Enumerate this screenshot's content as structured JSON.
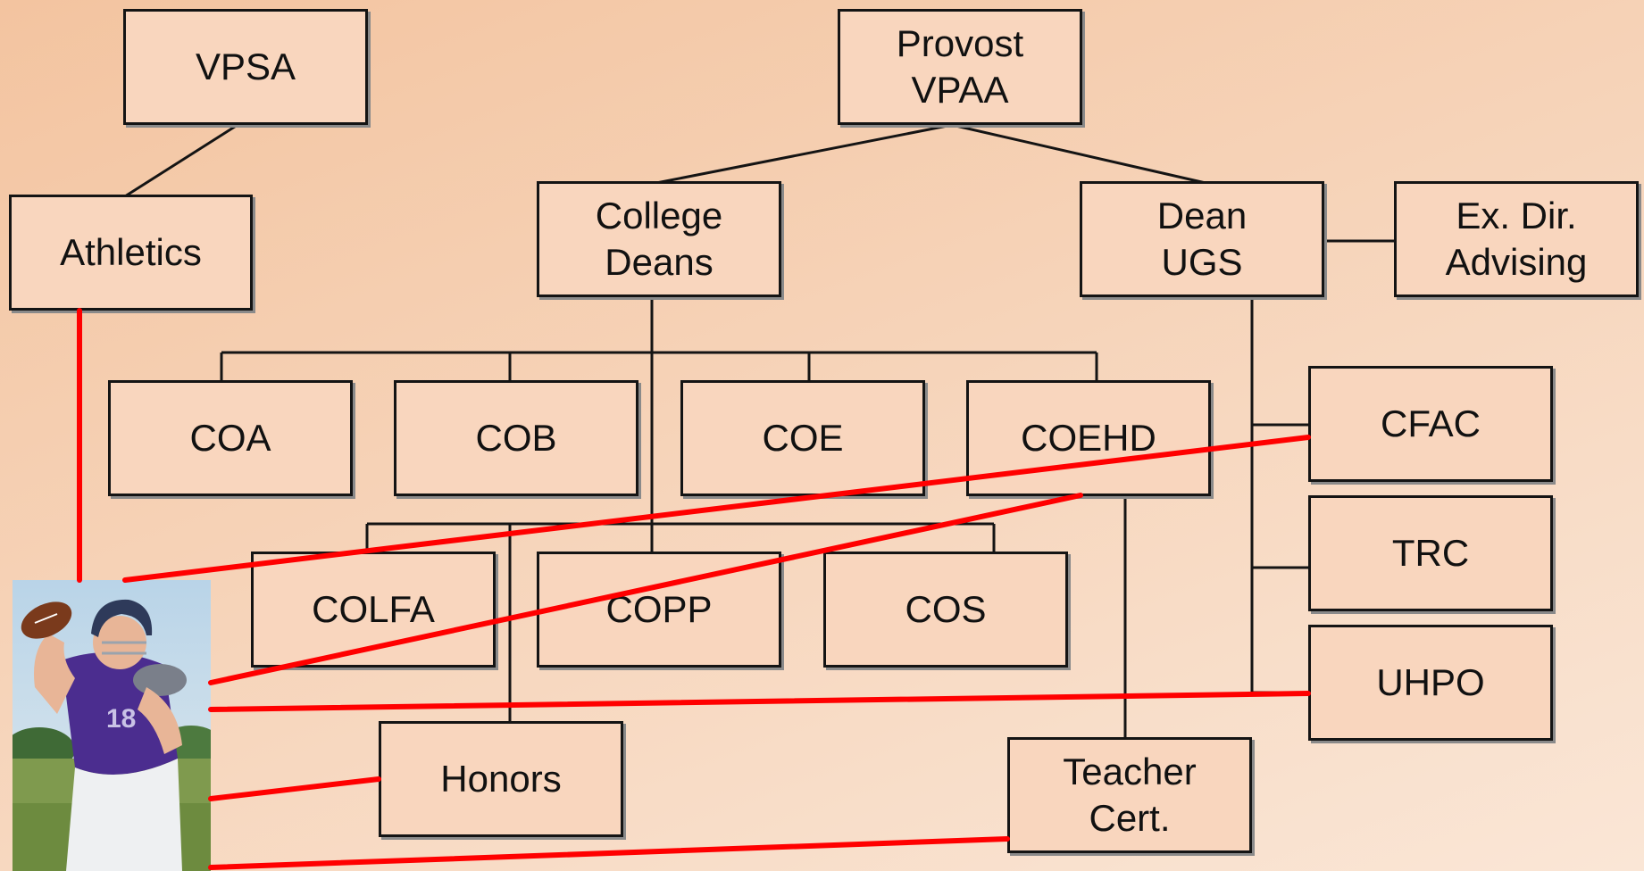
{
  "nodes": {
    "vpsa": "VPSA",
    "provost": "Provost\nVPAA",
    "athletics": "Athletics",
    "college_deans": "College\nDeans",
    "dean_ugs": "Dean\nUGS",
    "ex_dir": "Ex. Dir.\nAdvising",
    "coa": "COA",
    "cob": "COB",
    "coe": "COE",
    "coehd": "COEHD",
    "colfa": "COLFA",
    "copp": "COPP",
    "cos": "COS",
    "cfac": "CFAC",
    "trc": "TRC",
    "uhpo": "UHPO",
    "honors": "Honors",
    "teacher_cert": "Teacher\nCert."
  },
  "colors": {
    "background_top": "#f3c4a0",
    "background_bottom": "#fae6d6",
    "box_fill": "#f9d6be",
    "box_border": "#141414",
    "connector": "#141414",
    "highlight_line": "#ff0000"
  },
  "photo": {
    "subject": "football player catching ball",
    "jersey_color": "#4b2d8f",
    "jersey_number": "18"
  }
}
